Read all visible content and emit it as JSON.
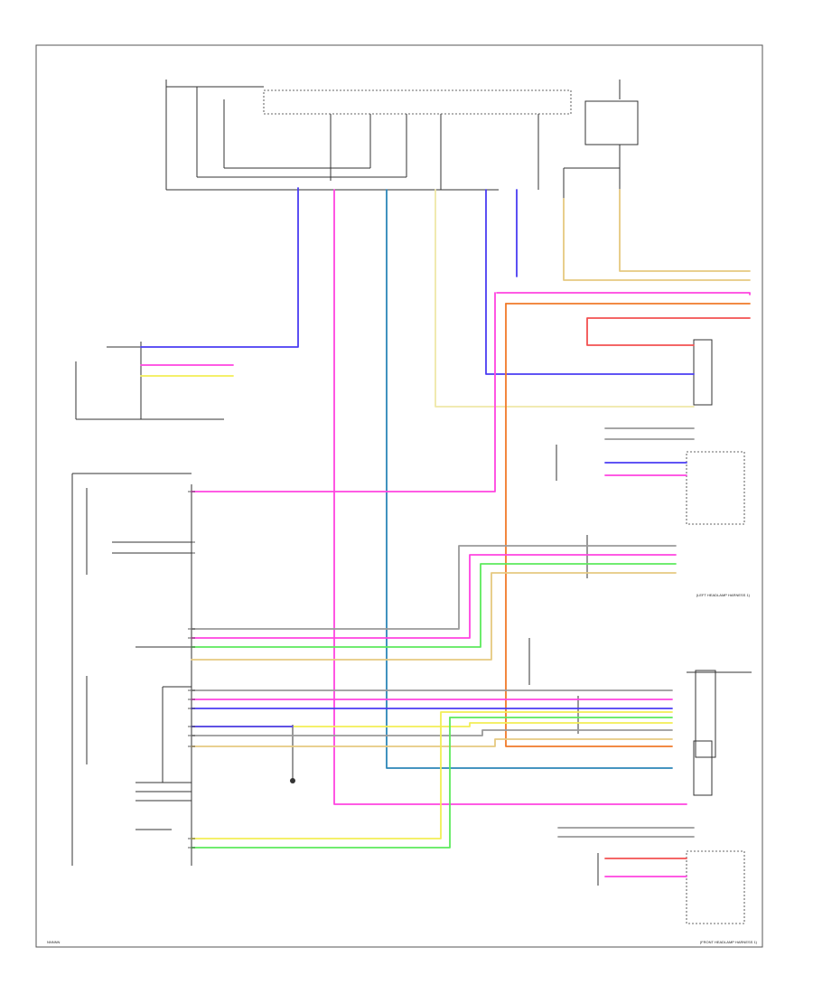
{
  "colors": {
    "violet": "#4a3cf2",
    "pink": "#ff44e0",
    "yellow": "#f2ee55",
    "green": "#5cea5c",
    "tealblue": "#2c86b8",
    "orange": "#f07a2a",
    "red": "#f25050",
    "gray": "#9a9a9a",
    "tan": "#e6c980",
    "cream": "#efe8a8",
    "black": "#333333"
  },
  "labels": {
    "bottom_left_code": "NNNNN",
    "bottom_right_caption": "(FRONT HEADLAMP HARNESS 1)",
    "mid_right_caption": "(LEFT HEADLAMP HARNESS 1)"
  }
}
